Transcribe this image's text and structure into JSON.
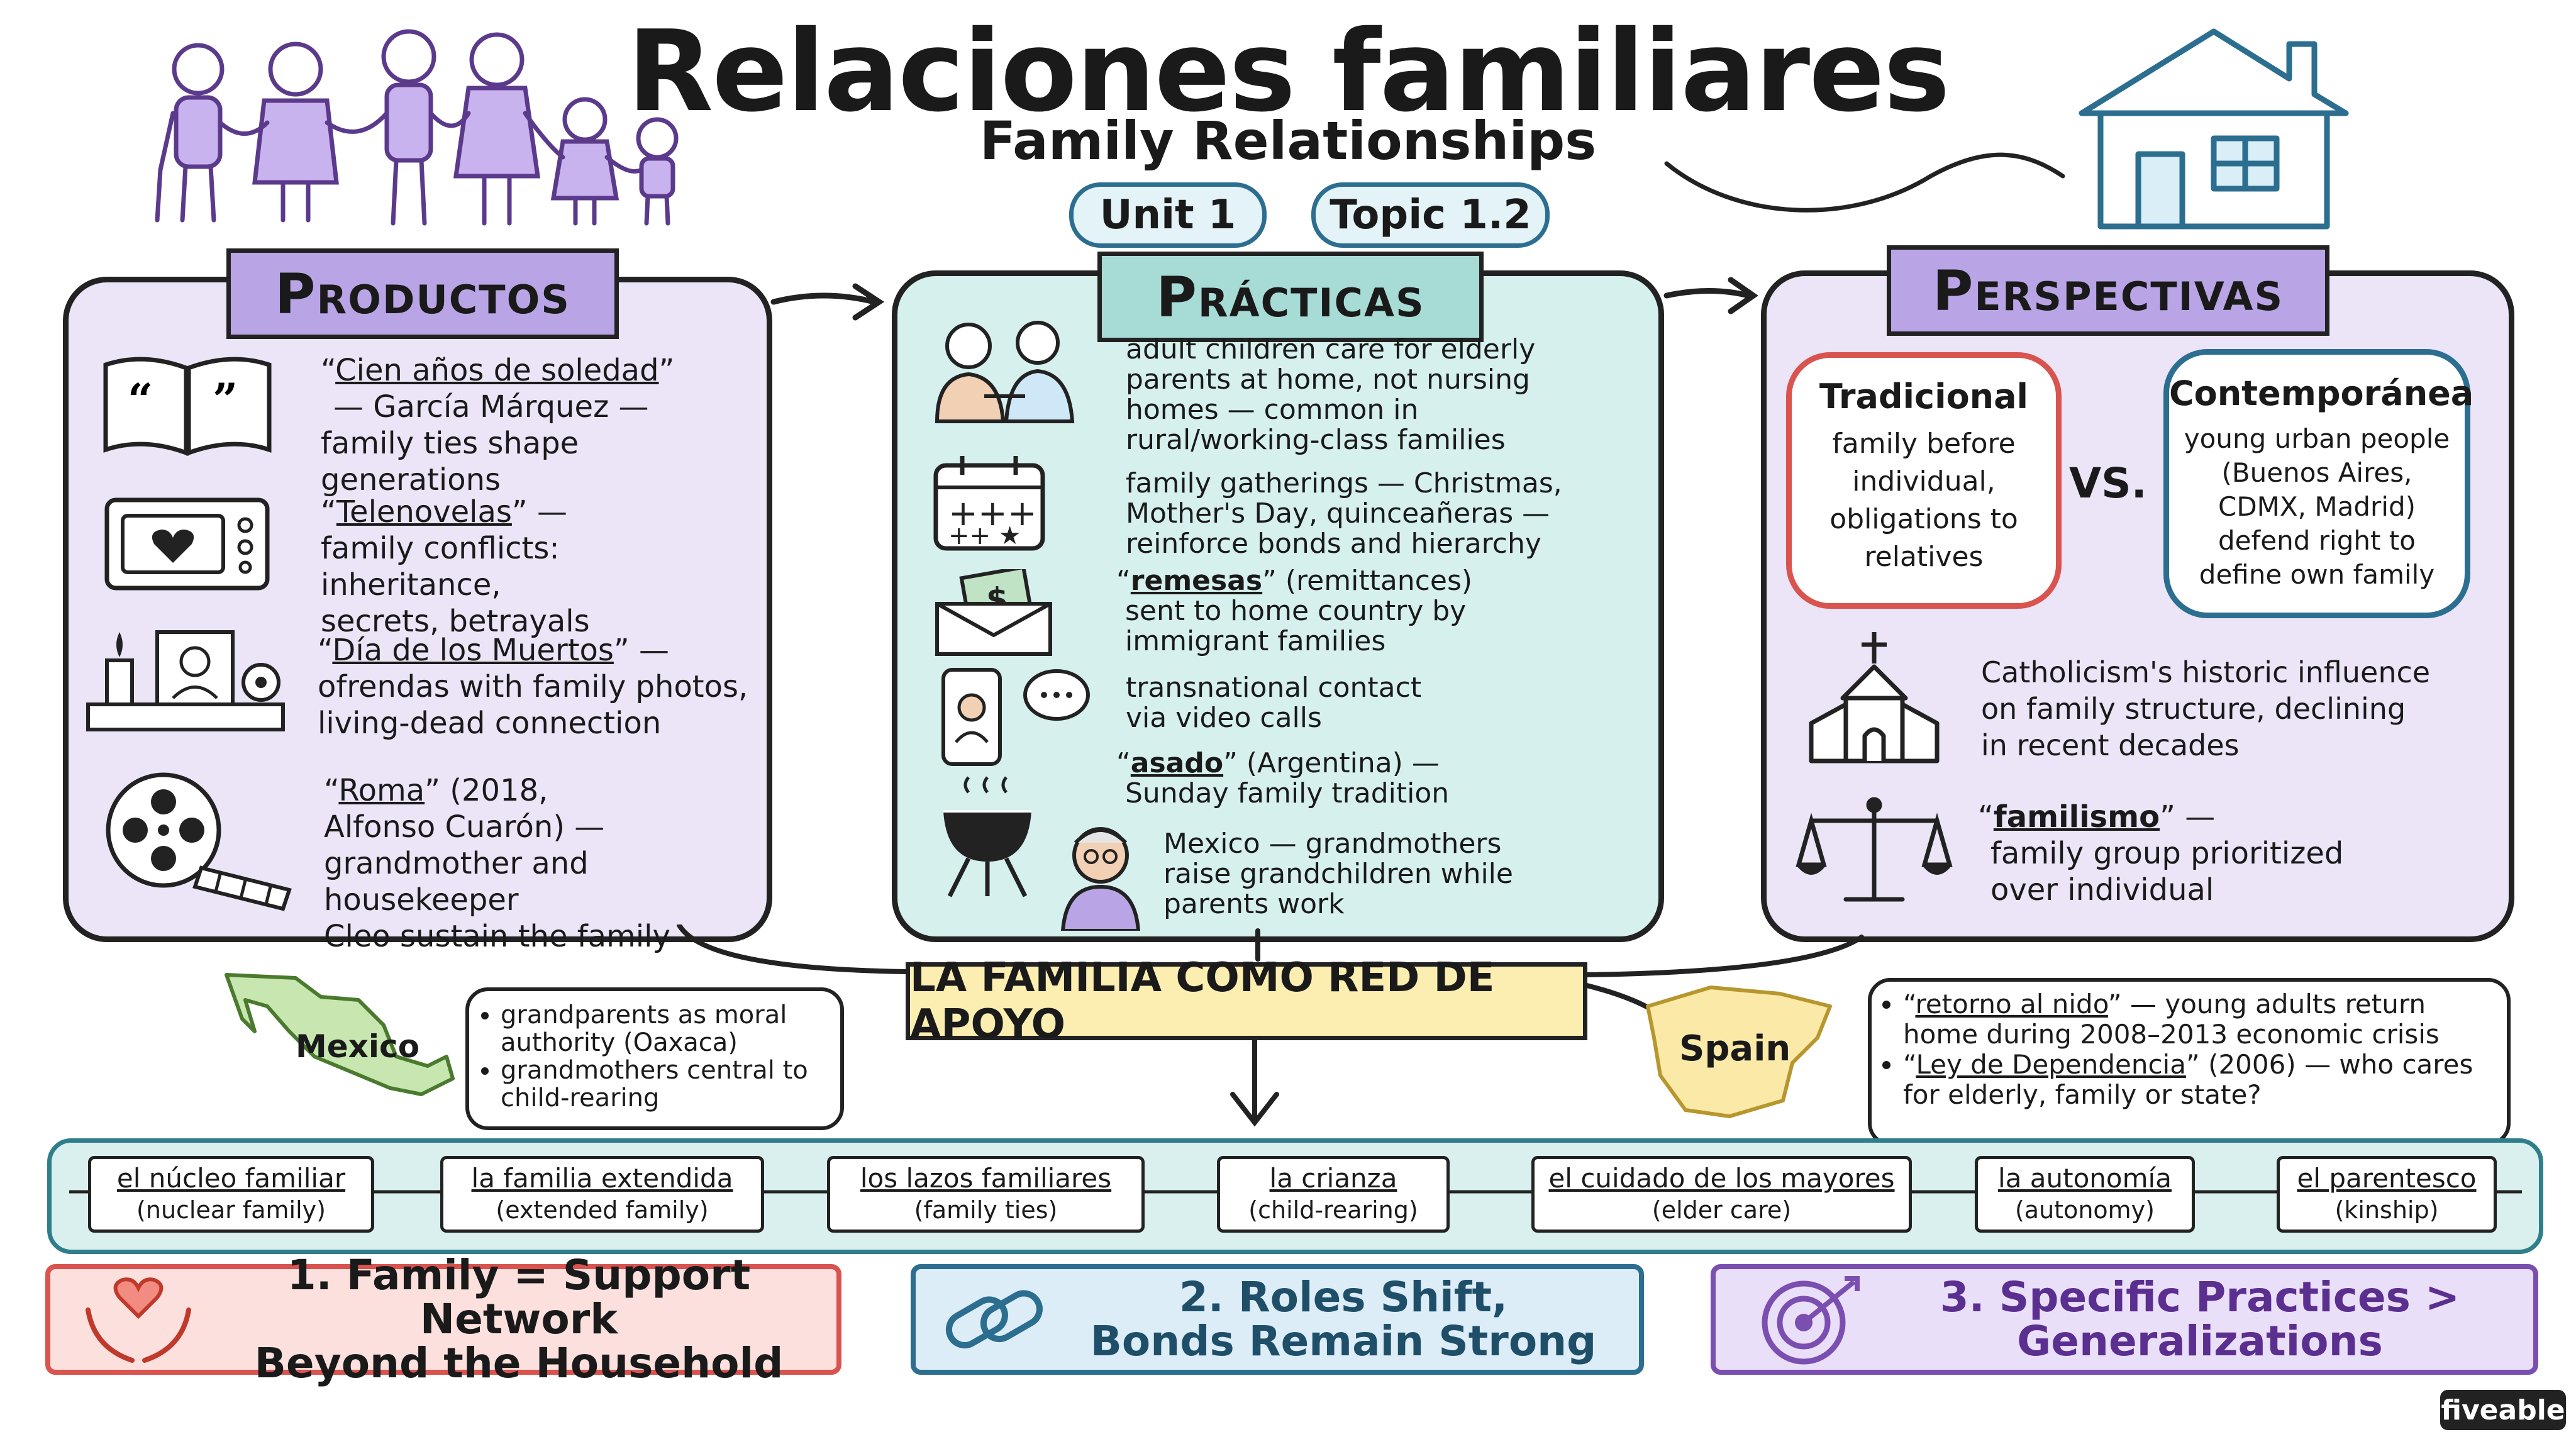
{
  "header": {
    "title": "Relaciones familiares",
    "subtitle": "Family Relationships",
    "unit": "Unit 1",
    "topic": "Topic 1.2"
  },
  "productos": {
    "heading": "Productos",
    "items": [
      {
        "title": "Cien años de soledad",
        "line1": "— García Márquez —",
        "line2": "family ties shape generations"
      },
      {
        "title": "Telenovelas",
        "line1": "family conflicts: inheritance,",
        "line2": "secrets, betrayals"
      },
      {
        "title": "Día de los Muertos",
        "line1": "ofrendas with family photos,",
        "line2": "living-dead connection"
      },
      {
        "title": "Roma",
        "suffix": "(2018,",
        "line1": "Alfonso Cuarón) —",
        "line2": "grandmother and housekeeper",
        "line3": "Cleo sustain the family"
      }
    ]
  },
  "practicas": {
    "heading": "Prácticas",
    "items": [
      {
        "lines": [
          "adult children care for elderly",
          "parents at home, not nursing",
          "homes — common in",
          "rural/working-class families"
        ]
      },
      {
        "lines": [
          "family gatherings — Christmas,",
          "Mother's Day, quinceañeras —",
          "reinforce bonds and hierarchy"
        ]
      },
      {
        "term": "remesas",
        "rest": "(remittances)",
        "lines": [
          "sent to home country by",
          "immigrant families"
        ]
      },
      {
        "lines": [
          "transnational contact",
          "via video calls"
        ]
      },
      {
        "term": "asado",
        "rest": "(Argentina) —",
        "lines": [
          "Sunday family tradition"
        ]
      },
      {
        "lines": [
          "Mexico — grandmothers",
          "raise grandchildren while",
          "parents work"
        ]
      }
    ]
  },
  "perspectivas": {
    "heading": "Perspectivas",
    "tradicional": {
      "title": "Tradicional",
      "lines": [
        "family before",
        "individual,",
        "obligations to",
        "relatives"
      ]
    },
    "vs": "VS.",
    "contemporanea": {
      "title": "Contemporánea",
      "lines": [
        "young urban people",
        "(Buenos Aires,",
        "CDMX, Madrid)",
        "defend right to",
        "define own family"
      ]
    },
    "catholic": [
      "Catholicism's historic influence",
      "on family structure, declining",
      "in recent decades"
    ],
    "familismo": {
      "term": "familismo",
      "rest": "—",
      "lines": [
        "family group prioritized",
        "over individual"
      ]
    }
  },
  "support": {
    "banner": "LA FAMILIA COMO RED DE APOYO",
    "mexico_label": "Mexico",
    "mexico_notes": [
      "grandparents as moral authority (Oaxaca)",
      "grandmothers central to child-rearing"
    ],
    "spain_label": "Spain",
    "spain_notes": [
      {
        "term": "retorno al nido",
        "rest": "— young adults return home during 2008–2013 economic crisis"
      },
      {
        "term": "Ley de Dependencia",
        "rest": "(2006) — who cares for elderly, family or state?"
      }
    ]
  },
  "vocab": [
    {
      "term": "el núcleo familiar",
      "trans": "(nuclear family)"
    },
    {
      "term": "la familia extendida",
      "trans": "(extended family)"
    },
    {
      "term": "los lazos familiares",
      "trans": "(family ties)"
    },
    {
      "term": "la crianza",
      "trans": "(child-rearing)"
    },
    {
      "term": "el cuidado de los mayores",
      "trans": "(elder care)"
    },
    {
      "term": "la autonomía",
      "trans": "(autonomy)"
    },
    {
      "term": "el parentesco",
      "trans": "(kinship)"
    }
  ],
  "takeaways": [
    {
      "line1": "1. Family = Support Network",
      "line2": "Beyond the Household"
    },
    {
      "line1": "2. Roles Shift,",
      "line2": "Bonds Remain Strong"
    },
    {
      "line1": "3. Specific Practices >",
      "line2": "Generalizations"
    }
  ],
  "brand": "fiveable",
  "colors": {
    "purple": "#b9a4e6",
    "teal": "#a7dcd6",
    "red": "#d9534f",
    "blue": "#2c6e8f",
    "violet": "#7a4fb0"
  }
}
